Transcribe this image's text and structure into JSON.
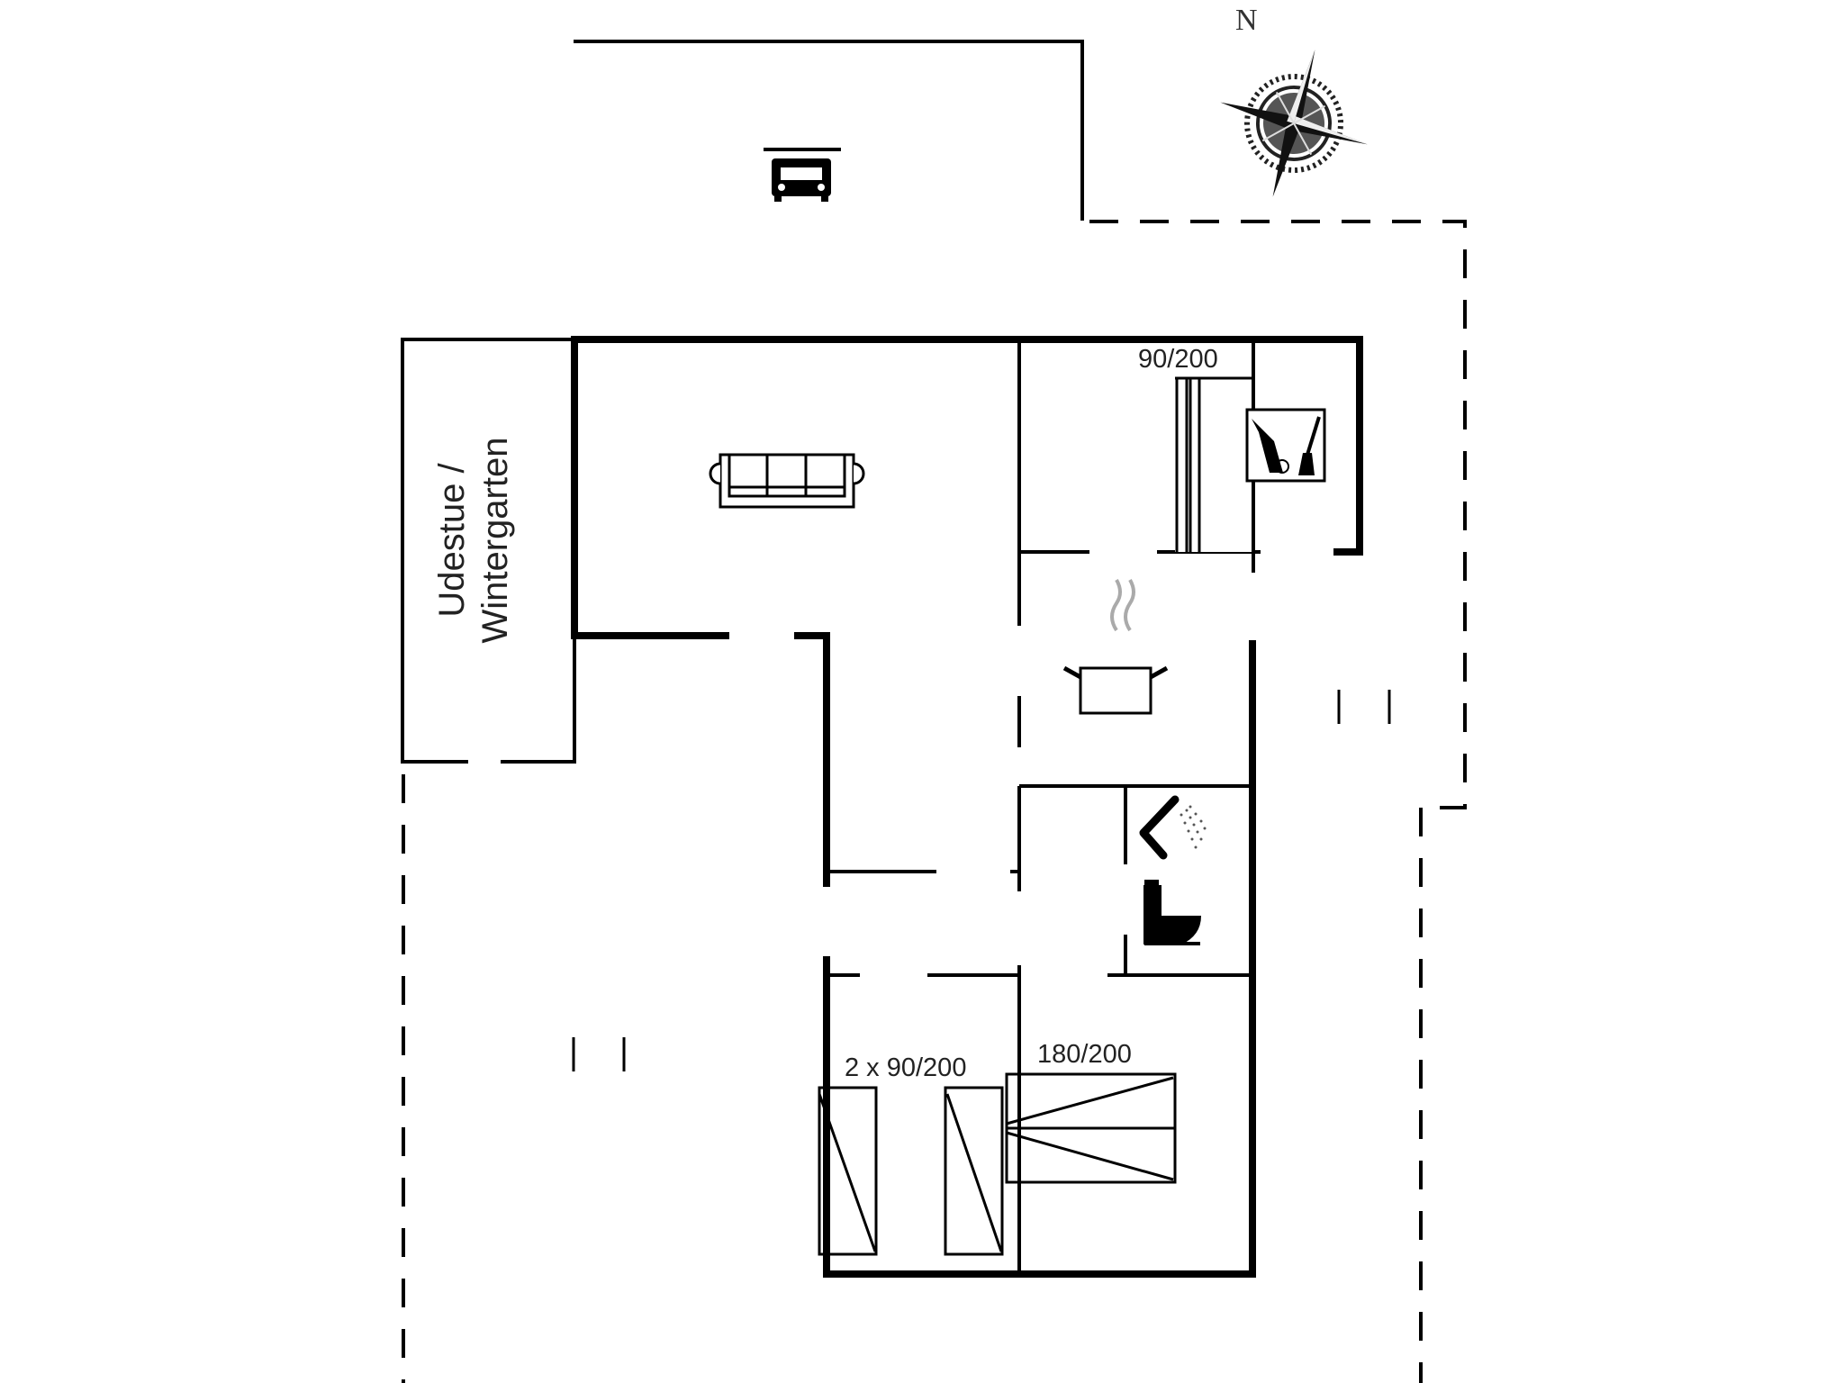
{
  "compass": {
    "north_label": "N",
    "icon": "compass-rose-icon"
  },
  "rooms": {
    "conservatory": {
      "line1": "Udestue /",
      "line2": "Wintergarten"
    },
    "living_room": {
      "icon": "sofa-icon"
    },
    "bedroom_small": {
      "bed_label": "90/200",
      "icon": "bunk-bed-icon"
    },
    "utility": {
      "icon": "vacuum-broom-icon"
    },
    "kitchen": {
      "icon": "cooking-pot-icon"
    },
    "bathroom": {
      "icons": [
        "shower-icon",
        "toilet-icon"
      ]
    },
    "bedroom_twin": {
      "bed_label": "2 x 90/200",
      "icon": "single-bed-icon"
    },
    "bedroom_double": {
      "bed_label": "180/200",
      "icon": "double-bed-icon"
    },
    "carport": {
      "icon": "car-icon"
    }
  },
  "colors": {
    "wall": "#000000",
    "background": "#ffffff",
    "text": "#222222"
  }
}
